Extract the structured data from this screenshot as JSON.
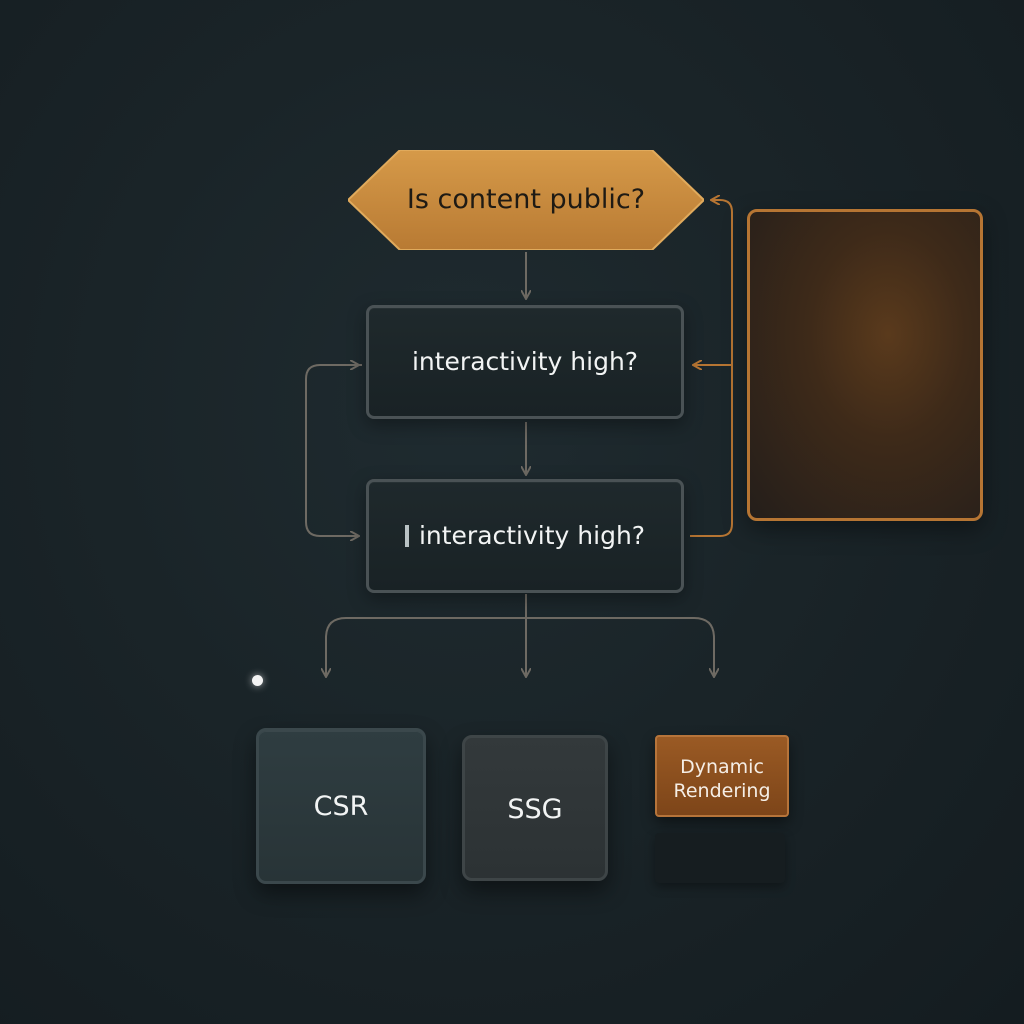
{
  "diagram": {
    "decision_label": "Is content public?",
    "question_1_label": "interactivity high?",
    "question_2_label": "interactivity high?",
    "outcomes": [
      {
        "label": "CSR"
      },
      {
        "label": "SSG"
      },
      {
        "label": "Dynamic Rendering"
      }
    ]
  },
  "colors": {
    "accent": "#c98d3e",
    "panel_border": "#b67533",
    "connector": "#6e6a63",
    "background": "#1a2428"
  }
}
